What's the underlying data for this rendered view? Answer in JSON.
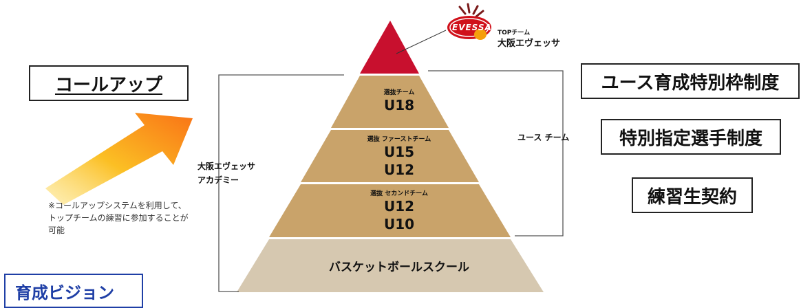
{
  "callup_label": "コールアップ",
  "note_text": "※コールアップシステムを利用して、トップチームの練習に参加することが可能",
  "academy_lines": [
    "大阪エヴェッサ",
    "アカデミー"
  ],
  "youth_team_label": "ユース チーム",
  "top": {
    "subtitle": "TOPチーム",
    "name": "大阪エヴェッサ",
    "logo_text": "EVESSA"
  },
  "tiers": [
    {
      "group": "選抜チーム",
      "ages": [
        "U18"
      ]
    },
    {
      "group": "選抜 ファーストチーム",
      "ages": [
        "U15",
        "U12"
      ]
    },
    {
      "group": "選抜 セカンドチーム",
      "ages": [
        "U12",
        "U10"
      ]
    }
  ],
  "school_label": "バスケットボールスクール",
  "programs": [
    "ユース育成特別枠制度",
    "特別指定選手制度",
    "練習生契約"
  ],
  "vision_label": "育成ビジョン",
  "colors": {
    "top": "#c8102e",
    "tier": "#c9a36a",
    "school": "#d6c8b0",
    "arrow_start": "#fde047",
    "arrow_end": "#f97316"
  }
}
